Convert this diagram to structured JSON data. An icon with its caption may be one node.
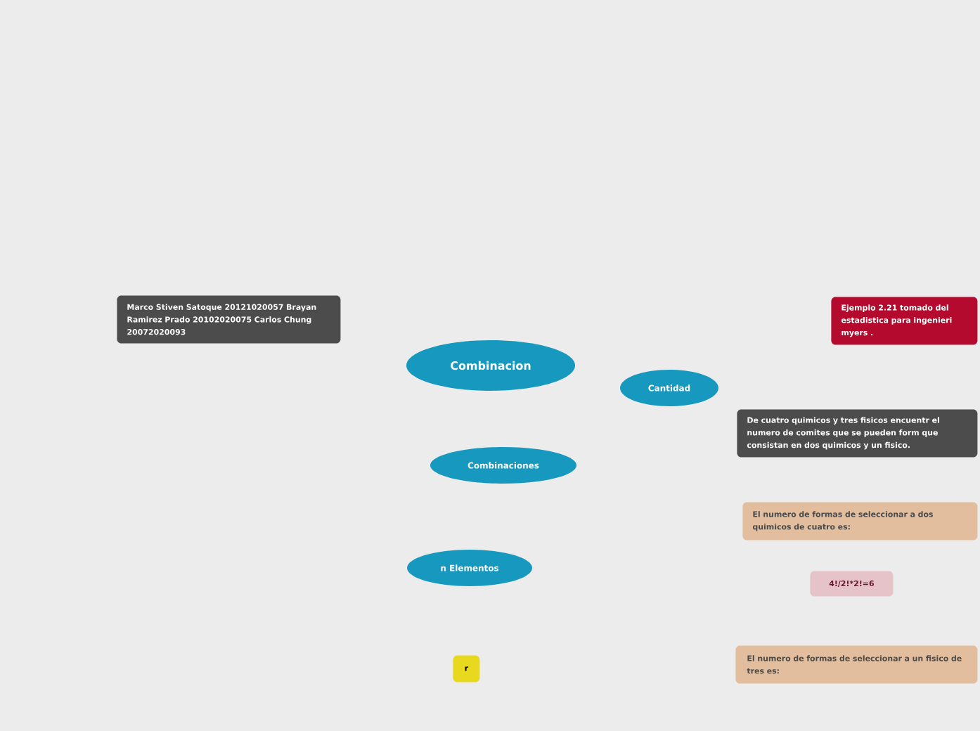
{
  "diagram": {
    "nodes": [
      {
        "text": [
          "Marco Stiven Satoque 20121020057 Brayan Ramirez Prado 20102020075 Carlos Chung 20072020093"
        ]
      },
      {
        "text": [
          "Ejemplo 2.21 tomado del estadistica para ingenieri myers ."
        ]
      },
      {
        "text": [
          "Combinacion"
        ]
      },
      {
        "text": [
          "Cantidad"
        ]
      },
      {
        "text": [
          "De cuatro quimicos y tres fisicos encuentr el numero de comites que se pueden form que consistan en dos quimicos y un fisico."
        ]
      },
      {
        "text": [
          "Combinaciones"
        ]
      },
      {
        "text": [
          "El numero de formas de seleccionar a dos quimicos de cuatro es:"
        ]
      },
      {
        "text": [
          "n Elementos"
        ]
      },
      {
        "text": [
          "4!/2!*2!=6"
        ]
      },
      {
        "text": [
          "El numero de formas de seleccionar a un fisico de tres es:"
        ]
      },
      {
        "text": [
          "r"
        ]
      }
    ]
  }
}
